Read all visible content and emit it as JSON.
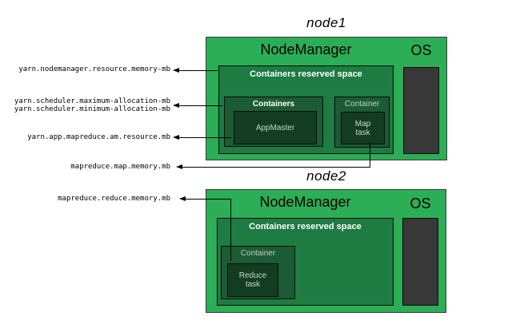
{
  "node1": {
    "title": "node1",
    "nodemanager": "NodeManager",
    "os": "OS",
    "reserved": "Containers reserved space",
    "containers": "Containers",
    "appmaster": "AppMaster",
    "container": "Container",
    "map_task": "Map task"
  },
  "node2": {
    "title": "node2",
    "nodemanager": "NodeManager",
    "os": "OS",
    "reserved": "Containers reserved space",
    "container": "Container",
    "reduce_task": "Reduce task"
  },
  "config_labels": {
    "nodemanager_memory": "yarn.nodemanager.resource.memory-mb",
    "scheduler_max": "yarn.scheduler.maximum-allocation-mb",
    "scheduler_min": "yarn.scheduler.minimum-allocation-mb",
    "am_resource": "yarn.app.mapreduce.am.resource.mb",
    "map_memory": "mapreduce.map.memory.mb",
    "reduce_memory": "mapreduce.reduce.memory.mb"
  },
  "colors": {
    "node_bg": "#2BAE55",
    "reserved_bg": "#1E7B42",
    "container_bg": "#1B5C34",
    "task_bg": "#123D22",
    "os_bg": "#383838"
  }
}
